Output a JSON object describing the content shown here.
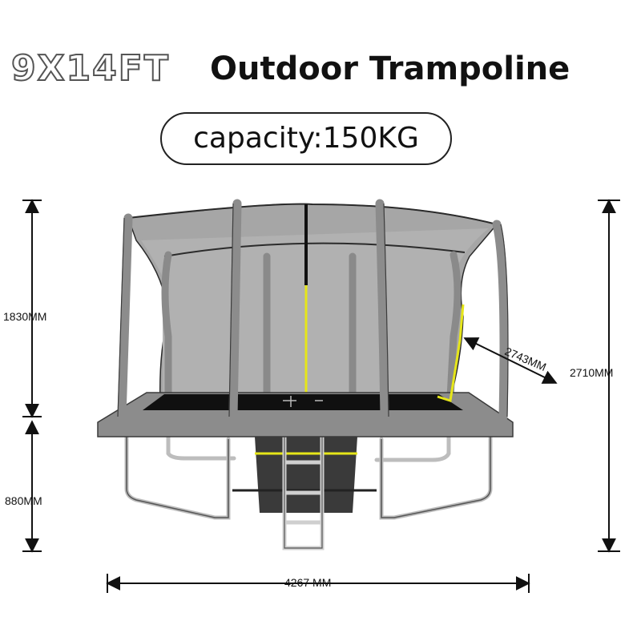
{
  "header": {
    "size_label": "9X14FT",
    "title": "Outdoor Trampoline",
    "capacity": "capacity:150KG"
  },
  "dimensions": {
    "enclosure_height": "1830MM",
    "frame_height": "880MM",
    "total_height": "2710MM",
    "length": "4267 MM",
    "width": "2743MM"
  },
  "colors": {
    "frame_gray": "#8a8a8a",
    "net_gray": "#a9a9a9",
    "mat_black": "#111111",
    "accent_yellow": "#e6e619",
    "steel": "#c9c9c9"
  }
}
